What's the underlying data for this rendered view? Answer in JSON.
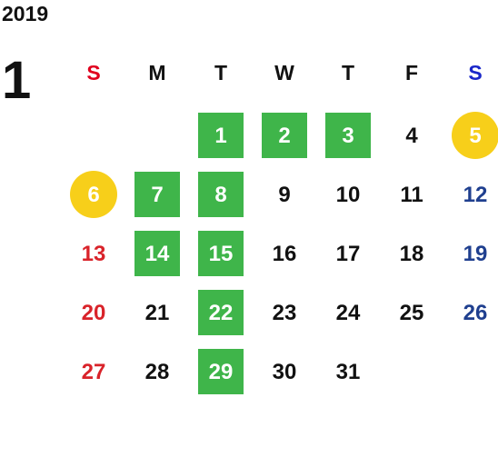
{
  "year": "2019",
  "month": "1",
  "weekdays": [
    "S",
    "M",
    "T",
    "W",
    "T",
    "F",
    "S"
  ],
  "weekday_colors": [
    "#e0001e",
    "#111111",
    "#111111",
    "#111111",
    "#111111",
    "#111111",
    "#1a27c9"
  ],
  "days": [
    {
      "n": "1",
      "col": 2,
      "row": 0,
      "style": "green"
    },
    {
      "n": "2",
      "col": 3,
      "row": 0,
      "style": "green"
    },
    {
      "n": "3",
      "col": 4,
      "row": 0,
      "style": "green"
    },
    {
      "n": "4",
      "col": 5,
      "row": 0,
      "style": ""
    },
    {
      "n": "5",
      "col": 6,
      "row": 0,
      "style": "yellow"
    },
    {
      "n": "6",
      "col": 0,
      "row": 1,
      "style": "yellow"
    },
    {
      "n": "7",
      "col": 1,
      "row": 1,
      "style": "green"
    },
    {
      "n": "8",
      "col": 2,
      "row": 1,
      "style": "green"
    },
    {
      "n": "9",
      "col": 3,
      "row": 1,
      "style": ""
    },
    {
      "n": "10",
      "col": 4,
      "row": 1,
      "style": ""
    },
    {
      "n": "11",
      "col": 5,
      "row": 1,
      "style": ""
    },
    {
      "n": "12",
      "col": 6,
      "row": 1,
      "style": "sat"
    },
    {
      "n": "13",
      "col": 0,
      "row": 2,
      "style": "sun"
    },
    {
      "n": "14",
      "col": 1,
      "row": 2,
      "style": "green"
    },
    {
      "n": "15",
      "col": 2,
      "row": 2,
      "style": "green"
    },
    {
      "n": "16",
      "col": 3,
      "row": 2,
      "style": ""
    },
    {
      "n": "17",
      "col": 4,
      "row": 2,
      "style": ""
    },
    {
      "n": "18",
      "col": 5,
      "row": 2,
      "style": ""
    },
    {
      "n": "19",
      "col": 6,
      "row": 2,
      "style": "sat"
    },
    {
      "n": "20",
      "col": 0,
      "row": 3,
      "style": "sun"
    },
    {
      "n": "21",
      "col": 1,
      "row": 3,
      "style": ""
    },
    {
      "n": "22",
      "col": 2,
      "row": 3,
      "style": "green"
    },
    {
      "n": "23",
      "col": 3,
      "row": 3,
      "style": ""
    },
    {
      "n": "24",
      "col": 4,
      "row": 3,
      "style": ""
    },
    {
      "n": "25",
      "col": 5,
      "row": 3,
      "style": ""
    },
    {
      "n": "26",
      "col": 6,
      "row": 3,
      "style": "sat"
    },
    {
      "n": "27",
      "col": 0,
      "row": 4,
      "style": "sun"
    },
    {
      "n": "28",
      "col": 1,
      "row": 4,
      "style": ""
    },
    {
      "n": "29",
      "col": 2,
      "row": 4,
      "style": "green"
    },
    {
      "n": "30",
      "col": 3,
      "row": 4,
      "style": ""
    },
    {
      "n": "31",
      "col": 4,
      "row": 4,
      "style": ""
    }
  ]
}
